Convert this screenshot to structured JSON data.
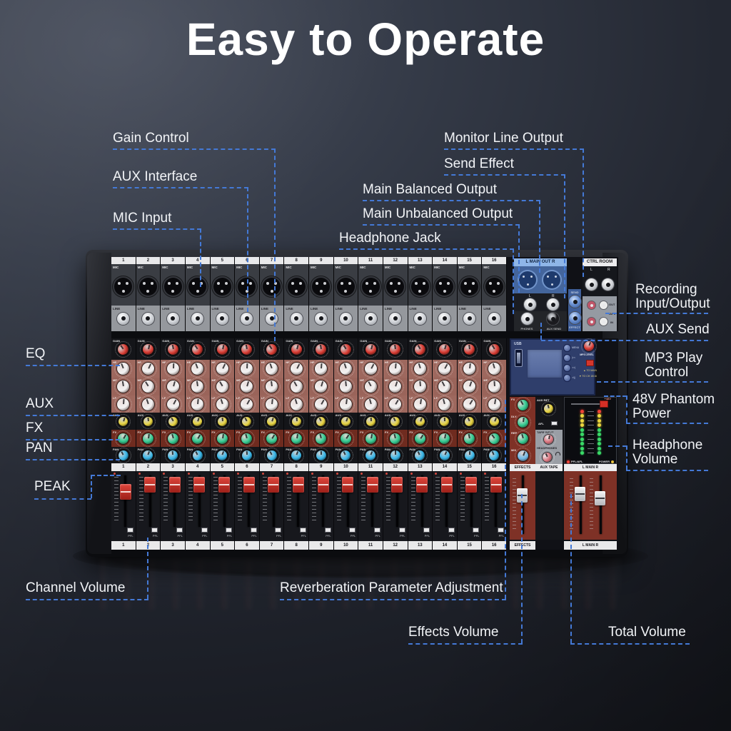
{
  "title": "Easy to Operate",
  "colors": {
    "callout": "#4479d6",
    "fader_red": "#d2352c",
    "panel_red": "#7e3126",
    "eq_highlight": "#9e685e",
    "mp3_blue": "#2f3e6b"
  },
  "callouts": {
    "gain_control": "Gain Control",
    "aux_interface": "AUX Interface",
    "mic_input": "MIC Input",
    "headphone_jack": "Headphone Jack",
    "monitor_line_output": "Monitor Line Output",
    "send_effect": "Send Effect",
    "main_balanced_output": "Main Balanced Output",
    "main_unbalanced_output": "Main Unbalanced Output",
    "recording_input_output": "Recording\nInput/Output",
    "aux_send": "AUX Send",
    "mp3_play_control": "MP3 Play\nControl",
    "phantom_power": "48V Phantom\nPower",
    "headphone_volume": "Headphone\nVolume",
    "eq": "EQ",
    "aux": "AUX",
    "fx": "FX",
    "pan": "PAN",
    "peak": "PEAK",
    "channel_volume": "Channel Volume",
    "reverberation": "Reverberation Parameter Adjustment",
    "effects_volume": "Effects Volume",
    "total_volume": "Total Volume"
  },
  "mixer": {
    "channel_numbers": [
      "1",
      "2",
      "3",
      "4",
      "5",
      "6",
      "7",
      "8",
      "9",
      "10",
      "11",
      "12",
      "13",
      "14",
      "15",
      "16"
    ],
    "jack_labels": {
      "mic": "MIC",
      "line": "LINE"
    },
    "pfl": "PFL",
    "knob_rows": [
      {
        "id": "gain",
        "label": "GAIN",
        "color": "#d93a31"
      },
      {
        "id": "hf",
        "label": "HF",
        "color": "#f2f2f2"
      },
      {
        "id": "mf",
        "label": "MF",
        "color": "#f2f2f2"
      },
      {
        "id": "lf",
        "label": "LF",
        "color": "#f2f2f2"
      },
      {
        "id": "aux",
        "label": "AUX",
        "color": "#e6d23e"
      },
      {
        "id": "fx",
        "label": "FX",
        "color": "#2fc98f"
      },
      {
        "id": "pan",
        "label": "PAN",
        "color": "#38b6e8"
      }
    ],
    "top_right": {
      "main_out": "L MAIN OUT R",
      "ctrl_room": "CTRL ROOM",
      "l": "L",
      "r": "R",
      "phones": "PHONES",
      "aux_send": "AUX SEND",
      "send": "SEND",
      "effect": "EFFECT",
      "out": "OUT",
      "tape": "TAPE",
      "in": "IN"
    },
    "mp3": {
      "usb": "USB",
      "buttons": [
        "MENU",
        "|<<",
        ">>|",
        ">/||"
      ],
      "level": "MP3 LEVEL",
      "to_main": "▲ TO MAIN",
      "to_ch": "▼ TO CH 15/16"
    },
    "effects": {
      "knobs": [
        "FX",
        "DLY",
        "REP",
        "MIX"
      ],
      "label": "EFFECTS"
    },
    "aux_tape": {
      "aux_ret": "AUX RET",
      "afl": "AFL",
      "tape_input": "TAPE INPUT",
      "headphones": "HEADPHONES",
      "label": "AUX TAPE"
    },
    "meter": {
      "phantom": "+48V",
      "pfl_afl": "PFL/AFL",
      "power": "POWER",
      "label": "L MAIN R",
      "led_colors": [
        "red",
        "yellow",
        "yellow",
        "yellow",
        "green",
        "green",
        "green",
        "green",
        "green",
        "green"
      ]
    },
    "bottom_labels": {
      "effects": "EFFECTS",
      "main": "L MAIN R"
    }
  }
}
